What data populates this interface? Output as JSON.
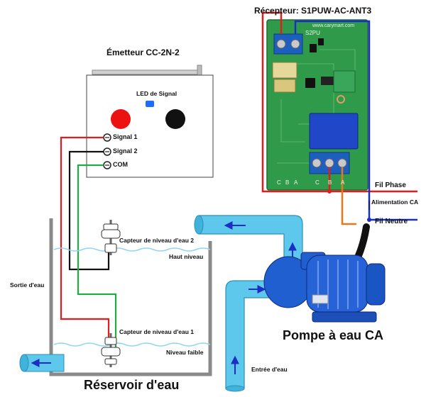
{
  "receiver": {
    "title": "Récepteur: S1PUW-AC-ANT3",
    "board_label": "S2PU",
    "brand": "www.carymart.com",
    "terminal_letters": [
      "C",
      "B",
      "A",
      "C",
      "B",
      "A"
    ]
  },
  "transmitter": {
    "title": "Émetteur CC-2N-2",
    "led_label": "LED de Signal",
    "terminals": [
      "Signal 1",
      "Signal 2",
      "COM"
    ]
  },
  "wires": {
    "phase": "Fil Phase",
    "power": "Alimentation CA",
    "neutral": "Fil Neutre"
  },
  "tank": {
    "sensor_high": "Capteur de niveau d'eau 2",
    "level_high": "Haut niveau",
    "sensor_low": "Capteur de niveau d'eau 1",
    "level_low": "Niveau faible",
    "outlet": "Sortie d'eau",
    "title": "Réservoir d'eau"
  },
  "pump": {
    "title": "Pompe à eau CA",
    "inlet": "Entrée d'eau"
  },
  "colors": {
    "red": "#e41c1c",
    "blue": "#1a2fc4",
    "green": "#22aa44",
    "orange": "#e8781e",
    "pipe": "#5ec8ec",
    "pcb": "#2f9b4a"
  }
}
